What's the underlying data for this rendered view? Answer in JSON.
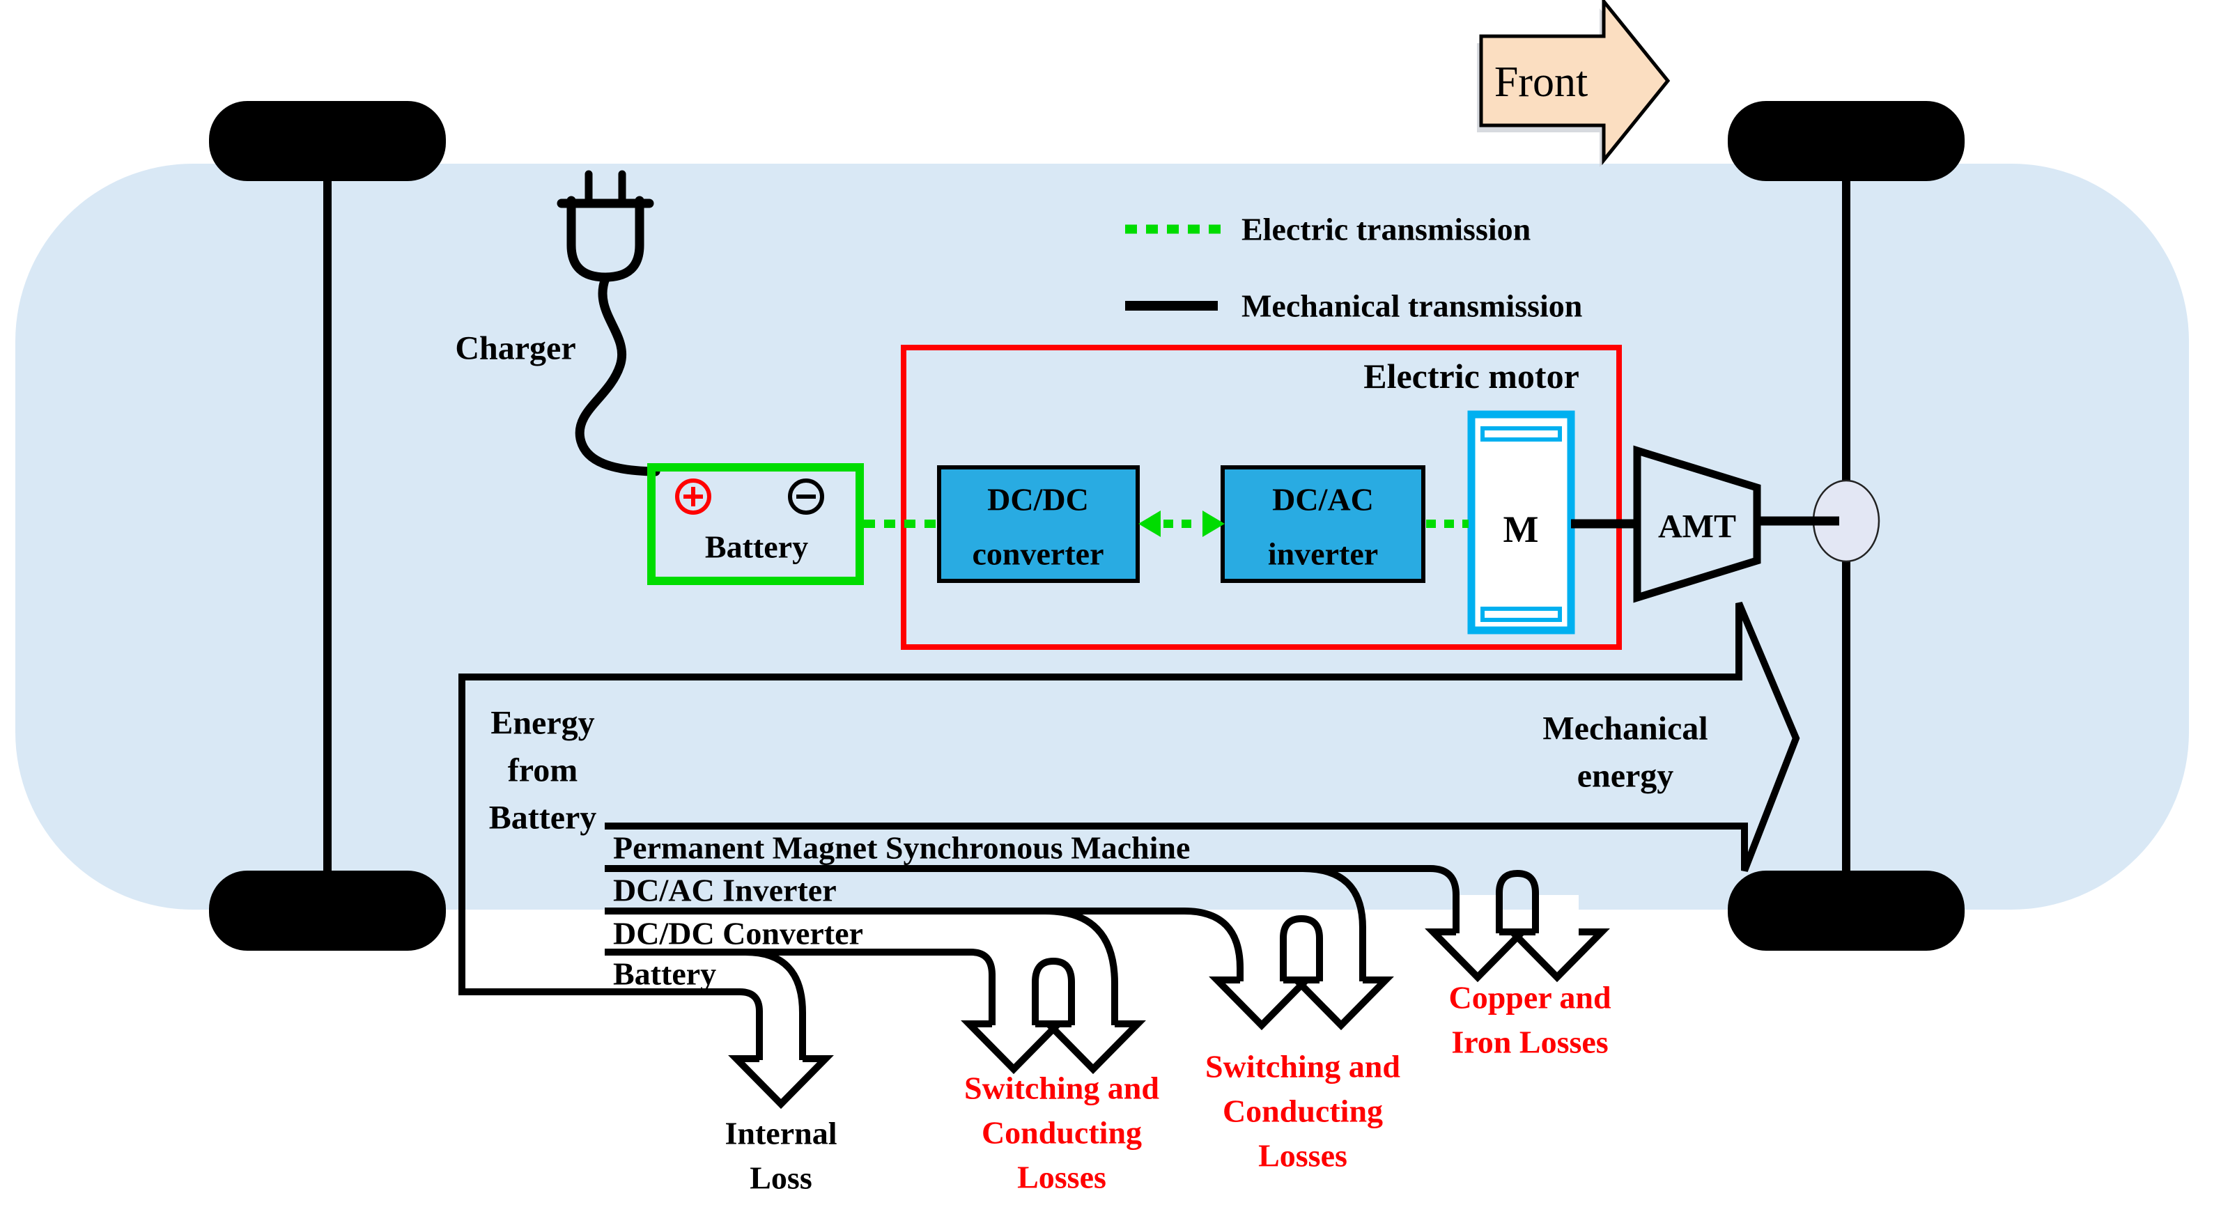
{
  "title": "Battery electric vehicle powertrain and energy flow diagram",
  "front_arrow": {
    "label": "Front"
  },
  "legend": {
    "electric_label": "Electric transmission",
    "mechanical_label": "Mechanical transmission"
  },
  "charger": {
    "label": "Charger"
  },
  "battery_box": {
    "label": "Battery",
    "plus": "+",
    "minus": "-"
  },
  "electric_motor_group": {
    "label": "Electric motor"
  },
  "dcdc_box": {
    "line1": "DC/DC",
    "line2": "converter"
  },
  "dcac_box": {
    "line1": "DC/AC",
    "line2": "inverter"
  },
  "motor": {
    "label": "M"
  },
  "amt": {
    "label": "AMT"
  },
  "energy_flow": {
    "source_line1": "Energy",
    "source_line2": "from",
    "source_line3": "Battery",
    "output_line1": "Mechanical",
    "output_line2": "energy",
    "stages": [
      "Permanent Magnet Synchronous Machine",
      "DC/AC Inverter",
      "DC/DC Converter",
      "Battery"
    ],
    "losses": {
      "battery": {
        "line1": "Internal",
        "line2": "Loss"
      },
      "dcdc": {
        "line1": "Switching and",
        "line2": "Conducting",
        "line3": "Losses"
      },
      "dcac": {
        "line1": "Switching and",
        "line2": "Conducting",
        "line3": "Losses"
      },
      "pmsm": {
        "line1": "Copper and",
        "line2": "Iron Losses"
      }
    }
  },
  "colors": {
    "car_body": "#D9E8F5",
    "converter_fill": "#29ABE2",
    "motor_border": "#00B0F0",
    "electric_green": "#00DC00",
    "boundary_red": "#FF0000",
    "loss_text_red": "#FF0000",
    "front_arrow_fill": "#FBDEC1",
    "differential_fill": "#E3E7F4",
    "line_black": "#000000"
  }
}
